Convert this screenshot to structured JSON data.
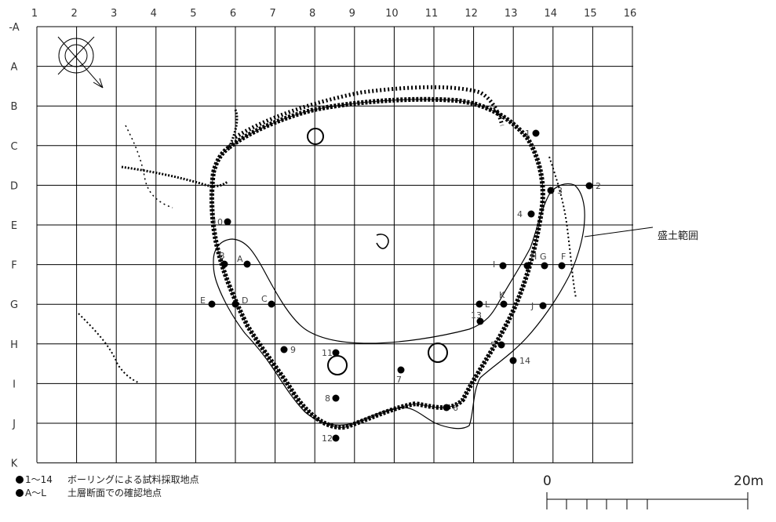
{
  "grid": {
    "columns": [
      "1",
      "2",
      "3",
      "4",
      "5",
      "6",
      "7",
      "8",
      "9",
      "10",
      "11",
      "12",
      "13",
      "14",
      "15",
      "16"
    ],
    "rows": [
      "-A",
      "A",
      "B",
      "C",
      "D",
      "E",
      "F",
      "G",
      "H",
      "I",
      "J",
      "K"
    ]
  },
  "boring_points": [
    {
      "label": "1"
    },
    {
      "label": "2"
    },
    {
      "label": "3"
    },
    {
      "label": "4"
    },
    {
      "label": "5"
    },
    {
      "label": "6"
    },
    {
      "label": "7"
    },
    {
      "label": "8"
    },
    {
      "label": "9"
    },
    {
      "label": "10"
    },
    {
      "label": "11"
    },
    {
      "label": "12"
    },
    {
      "label": "13"
    },
    {
      "label": "14"
    }
  ],
  "section_points": [
    {
      "label": "A"
    },
    {
      "label": "B"
    },
    {
      "label": "C"
    },
    {
      "label": "D"
    },
    {
      "label": "E"
    },
    {
      "label": "F"
    },
    {
      "label": "G"
    },
    {
      "label": "H"
    },
    {
      "label": "I"
    },
    {
      "label": "J"
    },
    {
      "label": "K"
    },
    {
      "label": "L"
    }
  ],
  "callout": {
    "label": "盛土範囲"
  },
  "legend": {
    "row1_range": "1～14",
    "row1_text": "ボーリングによる試料採取地点",
    "row2_range": "A～L",
    "row2_text": "土層断面での確認地点"
  },
  "scale": {
    "start_label": "0",
    "end_label": "20m"
  },
  "colors": {
    "ink": "#000000",
    "grid": "#000000",
    "label": "#333333"
  }
}
